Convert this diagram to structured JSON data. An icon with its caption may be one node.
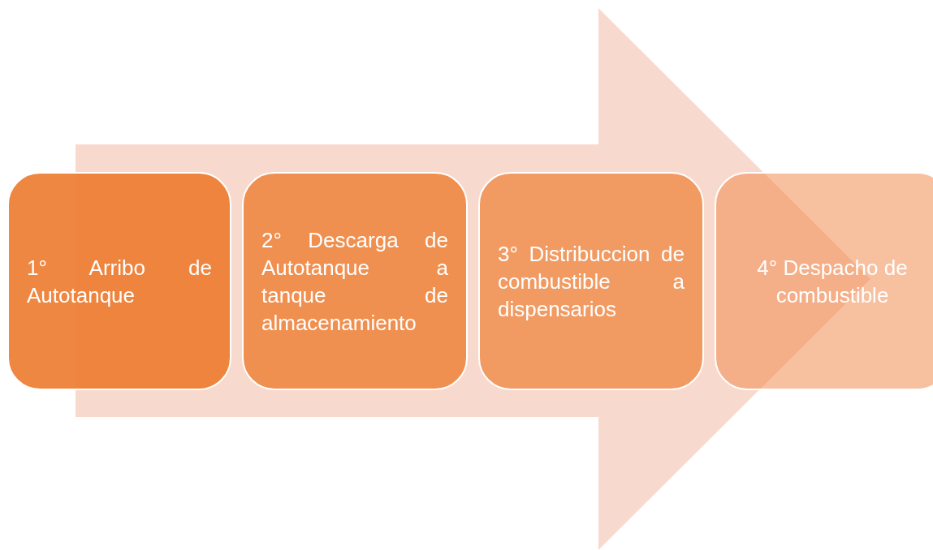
{
  "diagram": {
    "nodes": [
      {
        "text": [],
        "shape": "arrow"
      },
      {
        "text": [
          "1° Arribo de Autotanque"
        ]
      },
      {
        "text": [
          "2° Descarga de Autotanque a tanque de almacenamiento"
        ],
        "in": 0
      },
      {
        "text": [
          "3° Distribuccion de combustible a dispensarios"
        ],
        "in": 0
      },
      {
        "text": [
          "4° Despacho de combustible"
        ]
      }
    ]
  }
}
